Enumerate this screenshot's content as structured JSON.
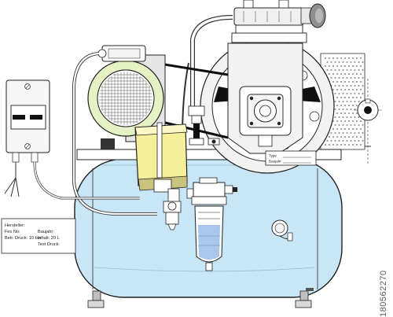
{
  "plate_left": {
    "manufacturer": "Hersteller:",
    "serial_no": "Fes No:",
    "max_pressure": "Betr. Druck: 10 bar",
    "year": "Baujahr:",
    "volume": "Inhalt: 20 L",
    "test_pressure": "Test Druck:"
  },
  "plate_pump": {
    "type": "Type",
    "year": "Baujahr"
  },
  "stock_id": "180562270",
  "colors": {
    "tank": "#c9e6f6",
    "motor": "#e4f2c4",
    "switch": "#f6ef9a",
    "filter_bowl": "#aac6ea",
    "frame": "#f2f2f2",
    "outline": "#1f1f1f",
    "belt": "#0d0d0d"
  }
}
